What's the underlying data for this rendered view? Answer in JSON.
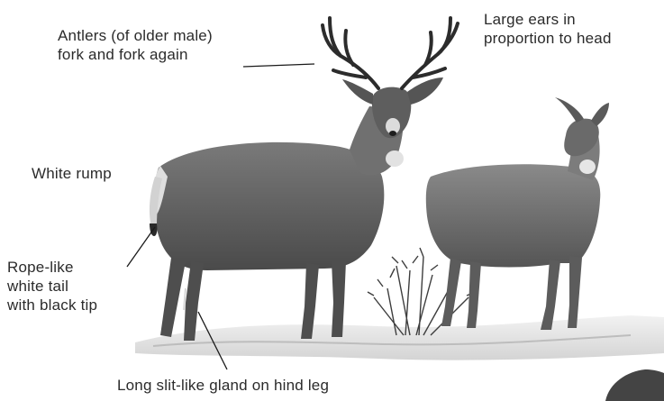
{
  "title": "",
  "labels": {
    "antlers": {
      "line1": "Antlers (of older male)",
      "line2": "fork and fork again"
    },
    "ears": {
      "line1": "Large ears in",
      "line2": "proportion to head"
    },
    "rump": {
      "line1": "White rump"
    },
    "tail": {
      "line1": "Rope-like",
      "line2": "white tail",
      "line3": "with black tip"
    },
    "gland": {
      "line1": "Long slit-like gland on hind leg"
    }
  },
  "colors": {
    "text": "#2b2b2b",
    "leader_line": "#1a1a1a",
    "deer_body": "#6e6e6e",
    "deer_dark": "#3a3a3a",
    "snow": "#e9e9e9",
    "rock": "#444444"
  }
}
